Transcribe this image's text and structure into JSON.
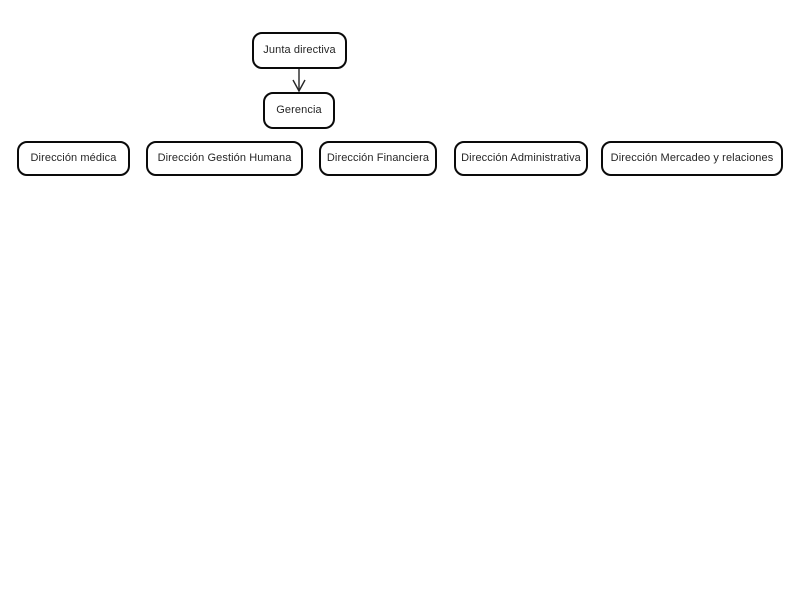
{
  "diagram": {
    "type": "org-chart",
    "title": "",
    "background_color": "#ffffff",
    "node_border_color": "#0a0a0a",
    "node_fill_color": "#ffffff",
    "node_text_color": "#262626",
    "connector_color": "#262626",
    "levels": [
      {
        "level": 1,
        "nodes": [
          {
            "id": "junta-directiva",
            "label": "Junta directiva"
          }
        ]
      },
      {
        "level": 2,
        "nodes": [
          {
            "id": "gerencia",
            "label": "Gerencia"
          }
        ]
      },
      {
        "level": 3,
        "nodes": [
          {
            "id": "direccion-medica",
            "label": "Dirección médica"
          },
          {
            "id": "direccion-gestion-humana",
            "label": "Dirección Gestión Humana"
          },
          {
            "id": "direccion-financiera",
            "label": "Dirección Financiera"
          },
          {
            "id": "direccion-administrativa",
            "label": "Dirección Administrativa"
          },
          {
            "id": "direccion-mercadeo",
            "label": "Dirección Mercadeo y relaciones"
          }
        ]
      }
    ],
    "connectors": [
      {
        "id": "junta-to-gerencia",
        "from": "junta-directiva",
        "to": "gerencia",
        "style": "straight-arrow",
        "arrowhead": "open-v"
      }
    ]
  }
}
